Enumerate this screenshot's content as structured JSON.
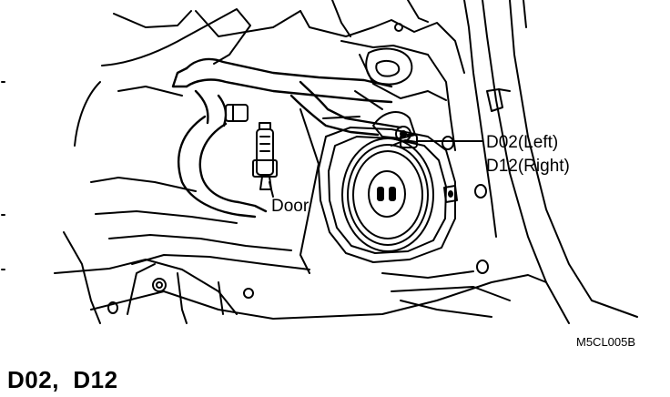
{
  "diagram": {
    "labels": {
      "door": "Door",
      "d02_left": "D02(Left)",
      "d12_right": "D12(Right)"
    },
    "figure_code": "M5CL005B",
    "caption": "D02,  D12",
    "colors": {
      "line": "#000000",
      "background": "#ffffff"
    }
  }
}
